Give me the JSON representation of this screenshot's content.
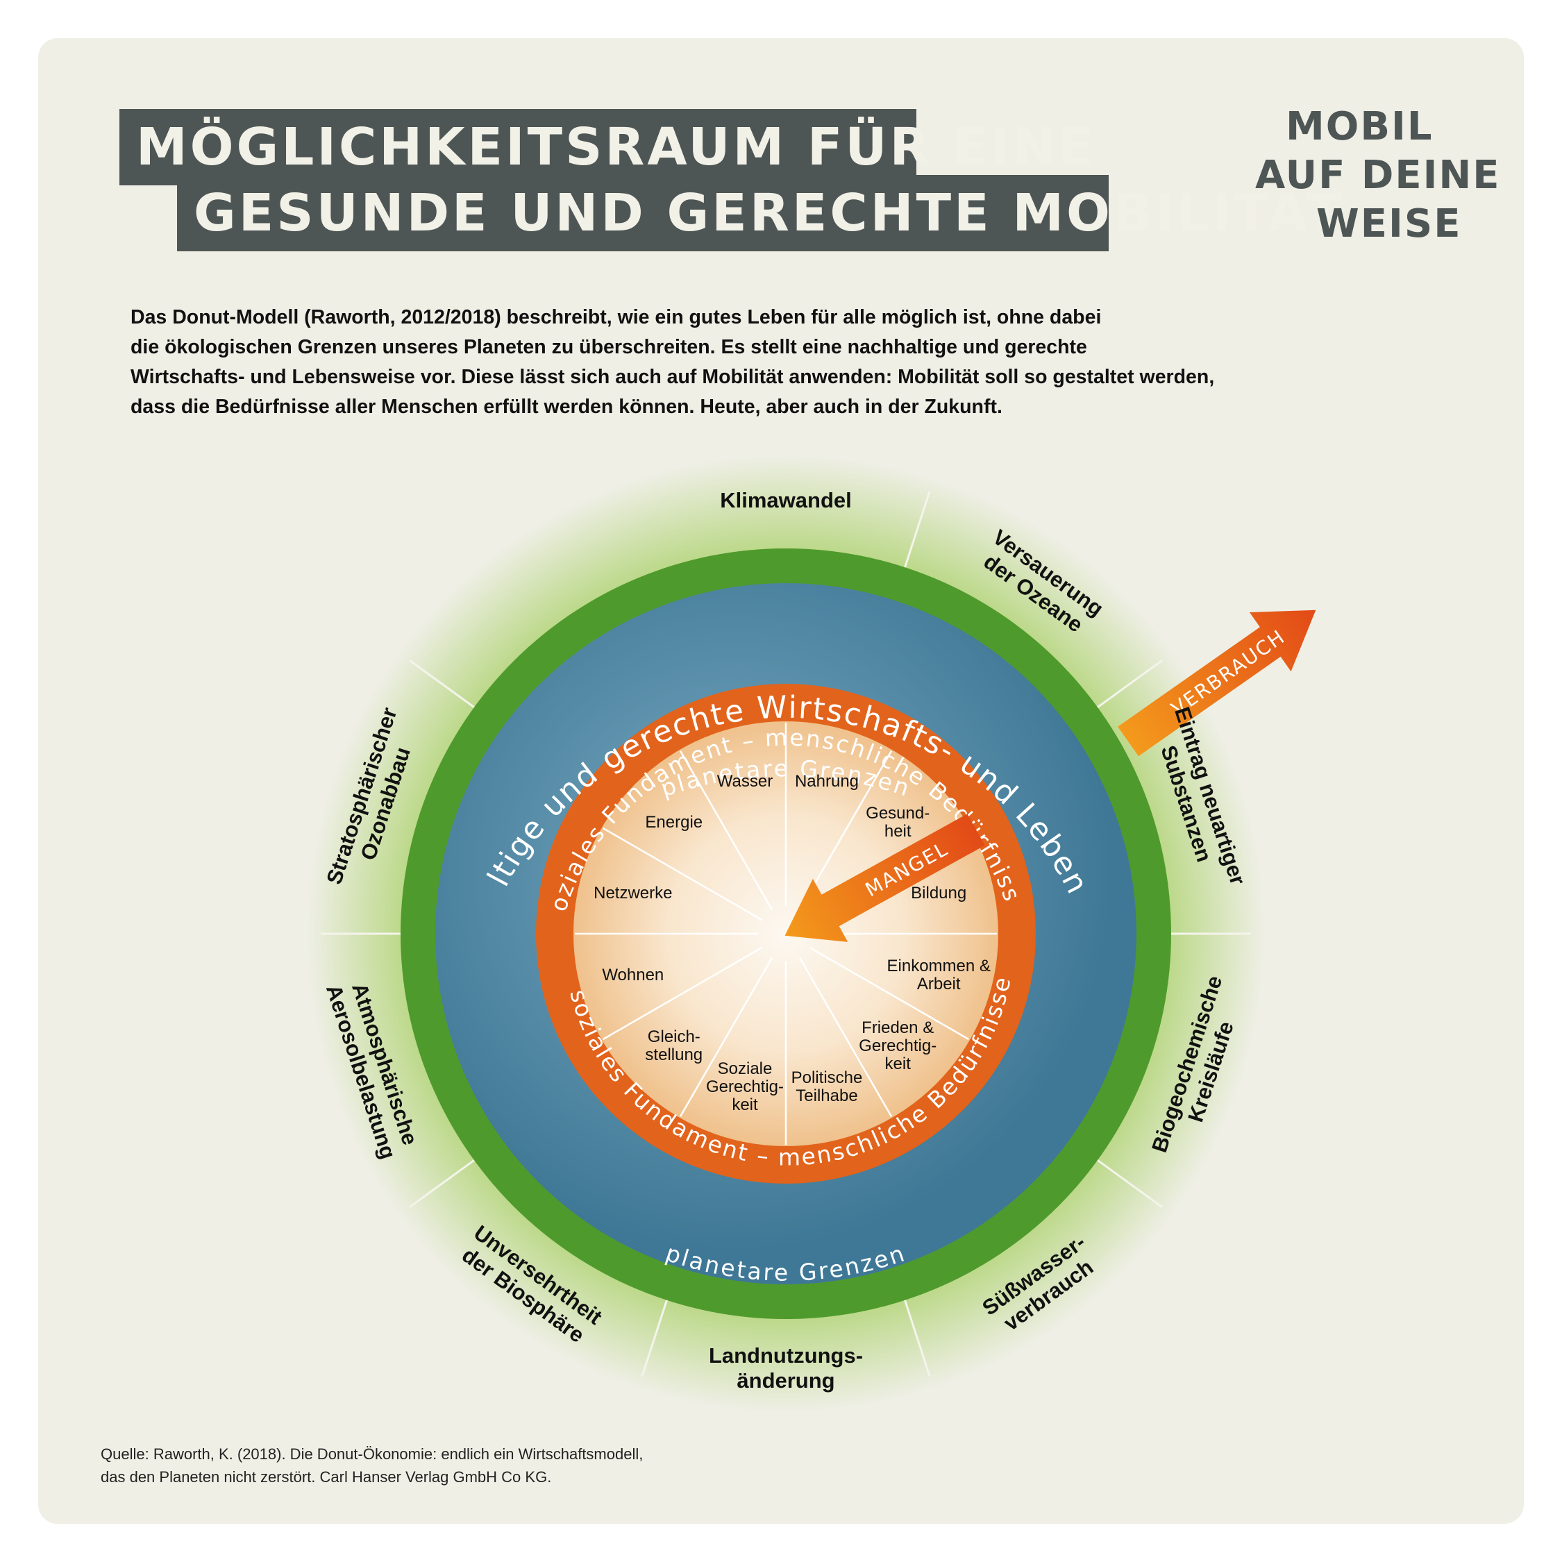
{
  "title": {
    "line1": "MÖGLICHKEITSRAUM FÜR EINE",
    "line2": "GESUNDE UND GERECHTE MOBILITÄT"
  },
  "logo": {
    "line1": "MOBIL",
    "line2": "AUF DEINE",
    "line3": "WEISE"
  },
  "intro": [
    "Das Donut-Modell (Raworth, 2012/2018) beschreibt, wie ein gutes Leben für alle möglich ist, ohne dabei",
    "die ökologischen Grenzen unseres Planeten zu überschreiten. Es stellt eine nachhaltige und gerechte",
    "Wirtschafts- und Lebensweise vor. Diese lässt sich auch auf Mobilität anwenden: Mobilität soll so gestaltet werden,",
    "dass die Bedürfnisse aller Menschen erfüllt werden können. Heute, aber auch in der Zukunft."
  ],
  "rings": {
    "planetary_top": "planetare Grenzen",
    "planetary_bottom": "planetare Grenzen",
    "economy": "nachhaltige und gerechte Wirtschafts- und Lebensweise",
    "social_top": "soziales Fundament – menschliche Bedürfnisse",
    "social_bottom": "soziales Fundament – menschliche Bedürfnisse"
  },
  "arrows": {
    "overshoot": "VERBRAUCH",
    "shortfall": "MANGEL"
  },
  "outer_labels": [
    {
      "lines": [
        "Klimawandel"
      ],
      "angle": 0
    },
    {
      "lines": [
        "Versauerung",
        "der Ozeane"
      ],
      "angle": 36
    },
    {
      "lines": [
        "Eintrag neuartiger",
        "Substanzen"
      ],
      "angle": 72
    },
    {
      "lines": [
        "Biogeochemische",
        "Kreisläufe"
      ],
      "angle": 108
    },
    {
      "lines": [
        "Süßwasser-",
        "verbrauch"
      ],
      "angle": 144
    },
    {
      "lines": [
        "Landnutzungs-",
        "änderung"
      ],
      "angle": 180
    },
    {
      "lines": [
        "Unversehrtheit",
        "der Biosphäre"
      ],
      "angle": 216
    },
    {
      "lines": [
        "Atmosphärische",
        "Aerosolbelastung"
      ],
      "angle": 252
    },
    {
      "lines": [
        "Stratosphärischer",
        "Ozonabbau"
      ],
      "angle": 288
    }
  ],
  "inner_labels": [
    {
      "lines": [
        "Nahrung"
      ],
      "angle": 15
    },
    {
      "lines": [
        "Gesund-",
        "heit"
      ],
      "angle": 45
    },
    {
      "lines": [
        "Bildung"
      ],
      "angle": 75
    },
    {
      "lines": [
        "Einkommen &",
        "Arbeit"
      ],
      "angle": 105
    },
    {
      "lines": [
        "Frieden &",
        "Gerechtig-",
        "keit"
      ],
      "angle": 135
    },
    {
      "lines": [
        "Politische",
        "Teilhabe"
      ],
      "angle": 165
    },
    {
      "lines": [
        "Soziale",
        "Gerechtig-",
        "keit"
      ],
      "angle": 195
    },
    {
      "lines": [
        "Gleich-",
        "stellung"
      ],
      "angle": 225
    },
    {
      "lines": [
        "Wohnen"
      ],
      "angle": 255
    },
    {
      "lines": [
        "Netzwerke"
      ],
      "angle": 285
    },
    {
      "lines": [
        "Energie"
      ],
      "angle": 315
    },
    {
      "lines": [
        "Wasser"
      ],
      "angle": 345
    }
  ],
  "source": [
    "Quelle: Raworth, K. (2018). Die Donut-Ökonomie: endlich ein Wirtschaftsmodell,",
    "das den Planeten nicht zerstört. Carl Hanser Verlag GmbH Co KG."
  ],
  "colors": {
    "background": "#efefe6",
    "title_box": "#4e5655",
    "planetary_ring": "#4f9a2c",
    "economy_ring": "#4d86a6",
    "social_ring": "#e2631b",
    "core_center": "#fbf6ee",
    "core_edge": "#f0c896",
    "arrow": "#f08a1e"
  }
}
